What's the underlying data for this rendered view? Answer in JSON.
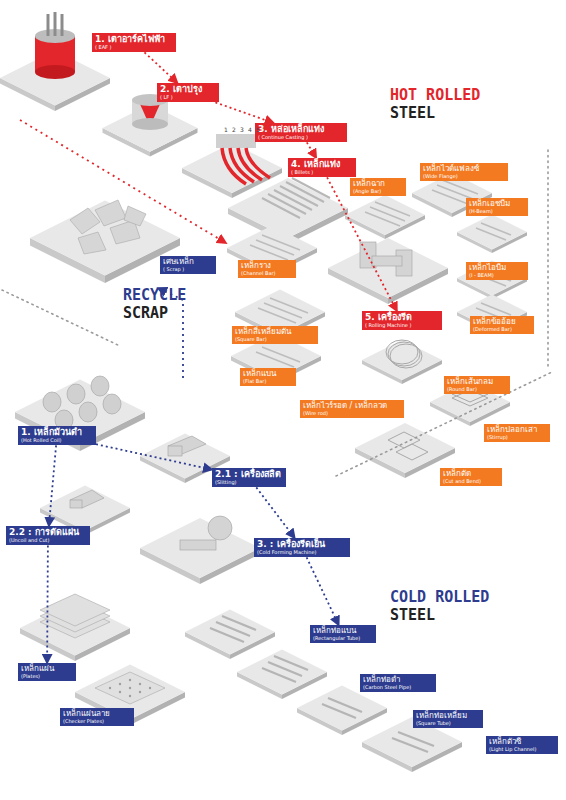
{
  "diagram": {
    "nodes": [
      {
        "text": [
          "1. เตาอาร์คไฟฟ้า",
          "( EAF )"
        ]
      },
      {
        "text": [
          "2. เตาปรุง",
          "( LF )"
        ]
      },
      {
        "text": [
          "3. หล่อเหล็กแท่ง",
          "( Continue Casting )"
        ]
      },
      {
        "text": [
          "4. เหล็กแท่ง",
          "( Billets )"
        ]
      },
      {
        "text": [
          "เหล็กไวด์แฟลงซ์",
          "(Wide Flange)"
        ]
      },
      {
        "text": [
          "เหล็กฉาก",
          "(Angle Bar)"
        ]
      },
      {
        "text": [
          "เหล็กเอชบีม",
          "(H-Beam)"
        ]
      },
      {
        "text": [
          "เศษเหล็ก",
          "( Scrap )"
        ]
      },
      {
        "text": [
          "เหล็กราง",
          "(Channel Bar)"
        ]
      },
      {
        "text": [
          "เหล็กไอบีม",
          "(I - BEAM)"
        ]
      },
      {
        "text": [
          "5. เครื่องรีด",
          "( Rolling Machine )"
        ]
      },
      {
        "text": [
          "เหล็กสี่เหลี่ยมตัน",
          "(Square Bar)"
        ]
      },
      {
        "text": [
          "เหล็กข้ออ้อย",
          "(Deformed Bar)"
        ]
      },
      {
        "text": [
          "เหล็กแบน",
          "(Flat Bar)"
        ]
      },
      {
        "text": [
          "เหล็กเส้นกลม",
          "(Round Bar)"
        ]
      },
      {
        "text": [
          "เหล็กไวร์รอด / เหล็กลวด",
          "(Wire rod)"
        ]
      },
      {
        "text": [
          "เหล็กปลอกเสา",
          "(Stirrup)"
        ]
      },
      {
        "text": [
          "เหล็กตัด",
          "(Cut and Bend)"
        ]
      },
      {
        "text": [
          "1. เหล็กม้วนดำ",
          "(Hot Rolled Coil)"
        ]
      },
      {
        "text": [
          "2.1 : เครื่องสลิต",
          "(Slitting)"
        ]
      },
      {
        "text": [
          "2.2 : การตัดแผ่น",
          "(Uncoil and Cut)"
        ]
      },
      {
        "text": [
          "3. : เครื่องรีดเย็น",
          "(Cold Forming Machine)"
        ]
      },
      {
        "text": [
          "เหล็กแผ่น",
          "(Plates)"
        ]
      },
      {
        "text": [
          "เหล็กท่อแบน",
          "(Rectangular Tube)"
        ]
      },
      {
        "text": [
          "เหล็กแผ่นลาย",
          "(Checker Plates)"
        ]
      },
      {
        "text": [
          "เหล็กท่อดำ",
          "(Carbon Steel Pipe)"
        ]
      },
      {
        "text": [
          "เหล็กท่อเหลี่ยม",
          "(Square Tube)"
        ]
      },
      {
        "text": [
          "เหล็กตัวซี",
          "(Light Lip Channel)"
        ]
      }
    ],
    "edges": [
      {
        "from": 0,
        "to": 1,
        "arrow": "to"
      },
      {
        "from": 1,
        "to": 2,
        "arrow": "to"
      },
      {
        "from": 2,
        "to": 3,
        "arrow": "to"
      },
      {
        "from": 3,
        "to": 10,
        "arrow": "to"
      },
      {
        "from": 18,
        "to": 19,
        "arrow": "to"
      },
      {
        "from": 18,
        "to": 20,
        "arrow": "to"
      },
      {
        "from": 19,
        "to": 21,
        "arrow": "to"
      },
      {
        "from": 20,
        "to": 22,
        "arrow": "to"
      },
      {
        "from": 21,
        "to": 23,
        "arrow": "to"
      }
    ],
    "labels": [
      "1",
      "2",
      "3",
      "4",
      "5",
      "HOT ROLLED",
      "STEEL",
      "RECYCLE",
      "SCRAP",
      "COLD ROLLED",
      "STEEL"
    ]
  }
}
